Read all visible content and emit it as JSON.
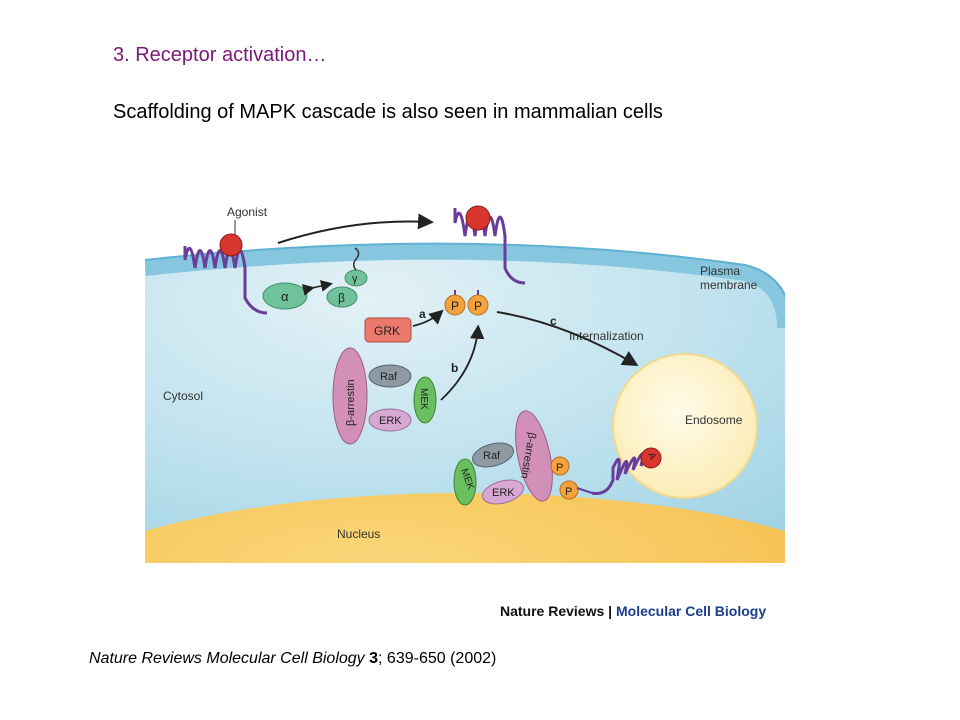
{
  "slide": {
    "heading": "3. Receptor activation…",
    "subheading": "Scaffolding of MAPK cascade is also seen in mammalian cells"
  },
  "figure": {
    "labels": {
      "agonist": "Agonist",
      "plasma_membrane_line1": "Plasma",
      "plasma_membrane_line2": "membrane",
      "cytosol": "Cytosol",
      "nucleus": "Nucleus",
      "endosome": "Endosome",
      "internalization": "Internalization",
      "alpha": "α",
      "beta": "β",
      "gamma": "γ",
      "grk": "GRK",
      "raf": "Raf",
      "mek": "MEK",
      "erk": "ERK",
      "beta_arrestin": "β-arrestin",
      "phospho": "P",
      "step_a": "a",
      "step_b": "b",
      "step_c": "c",
      "endosome_agonist": "A"
    },
    "colors": {
      "background_outer": "#c9d9ea",
      "cell_light": "#cfe6ef",
      "cell_mid": "#a9d6e6",
      "membrane_band": "#7fc3de",
      "nucleus": "#f7c650",
      "endosome": "#fdf1c6",
      "receptor": "#6a3d9a",
      "agonist": "#d9352f",
      "alpha_subunit": "#6fc29a",
      "grk": "#ec7a6c",
      "phospho": "#f5a23c",
      "raf": "#8e9aa3",
      "mek": "#6abf5e",
      "erk": "#d8a8d4",
      "arrestin": "#d28fb8"
    }
  },
  "brand": {
    "publisher": "Nature Reviews",
    "separator": " | ",
    "journal": "Molecular Cell Biology"
  },
  "citation": {
    "journal": "Nature Reviews Molecular Cell Biology",
    "volume": "3",
    "pages_year": "; 639-650 (2002)"
  }
}
